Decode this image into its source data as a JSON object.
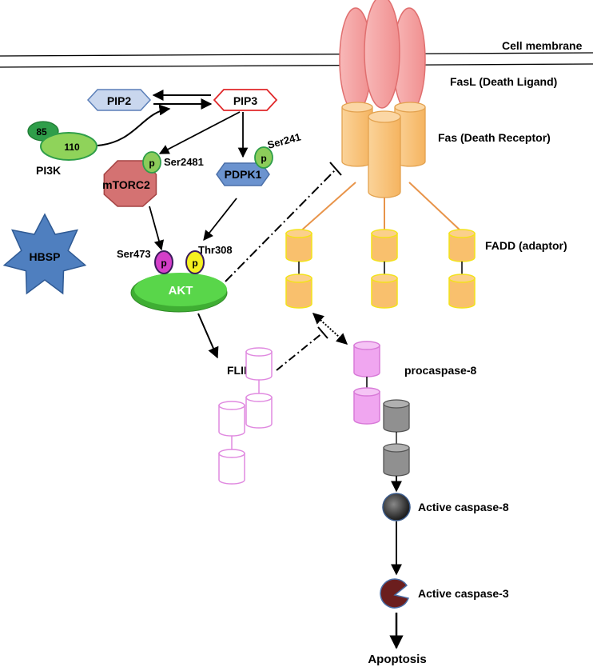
{
  "labels": {
    "cell_membrane": "Cell membrane",
    "fasl": "FasL (Death Ligand)",
    "fas": "Fas (Death Receptor)",
    "fadd": "FADD (adaptor)",
    "pip2": "PIP2",
    "pip3": "PIP3",
    "pi3k": "PI3K",
    "pi3k_p85": "85",
    "pi3k_p110": "110",
    "mtorc2": "mTORC2",
    "ser2481": "Ser2481",
    "pdpk1": "PDPK1",
    "ser241": "Ser241",
    "hbsp": "HBSP",
    "akt": "AKT",
    "ser473": "Ser473",
    "thr308": "Thr308",
    "phospho": "p",
    "flip": "FLIP",
    "flip_sub": "L",
    "procaspase8": "procaspase-8",
    "active_caspase8": "Active caspase-8",
    "active_caspase3": "Active caspase-3",
    "apoptosis": "Apoptosis"
  },
  "colors": {
    "pip2_fill": "#c9d7ee",
    "pip3_stroke": "#e0282a",
    "pi3k_dark": "#2f9e4a",
    "pi3k_light": "#8fd35a",
    "mtorc2": "#d47272",
    "pdpk1": "#6b93cf",
    "hbsp": "#4f7fbf",
    "akt": "#59d64a",
    "p_green": "#8ccc5a",
    "p_magenta": "#d43ec9",
    "p_yellow": "#f5f020",
    "fasl": "#f4a6a6",
    "fas": "#f7c27a",
    "fadd": "#f9c06d",
    "procaspase8": "#f0a6f0",
    "flip_stroke": "#e08ae0",
    "grey_cyl": "#909090",
    "caspase8": "#3a3a3a",
    "caspase3": "#6b1e1e"
  }
}
